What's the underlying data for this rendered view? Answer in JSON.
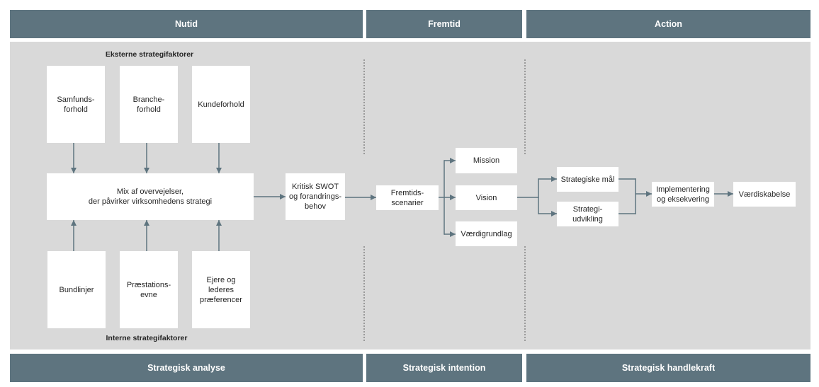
{
  "header": {
    "nutid": "Nutid",
    "fremtid": "Fremtid",
    "action": "Action"
  },
  "footer": {
    "analyse": "Strategisk analyse",
    "intention": "Strategisk intention",
    "handlekraft": "Strategisk handlekraft"
  },
  "analyse": {
    "external_label": "Eksterne strategifaktorer",
    "external": [
      "Samfunds-\nforhold",
      "Branche-\nforhold",
      "Kundeforhold"
    ],
    "mix": "Mix af overvejelser,\nder påvirker virksomhedens strategi",
    "internal": [
      "Bundlinjer",
      "Præstations-\nevne",
      "Ejere og\nlederes\npræferencer"
    ],
    "internal_label": "Interne strategifaktorer",
    "swot": "Kritisk SWOT\nog forandrings-\nbehov"
  },
  "intention": {
    "scenarier": "Fremtids-\nscenarier",
    "items": [
      "Mission",
      "Vision",
      "Værdigrundlag"
    ]
  },
  "action": {
    "items": [
      "Strategiske mål",
      "Strategi-\nudvikling"
    ],
    "implementering": "Implementering\nog eksekvering",
    "vaerdiskabelse": "Værdiskabelse"
  },
  "colors": {
    "bar": "#5e747f",
    "bar_text": "#ffffff",
    "panel": "#d9d9d9",
    "box": "#ffffff",
    "arrow": "#5e747f",
    "text": "#262626",
    "divider": "#5a5a5a"
  }
}
